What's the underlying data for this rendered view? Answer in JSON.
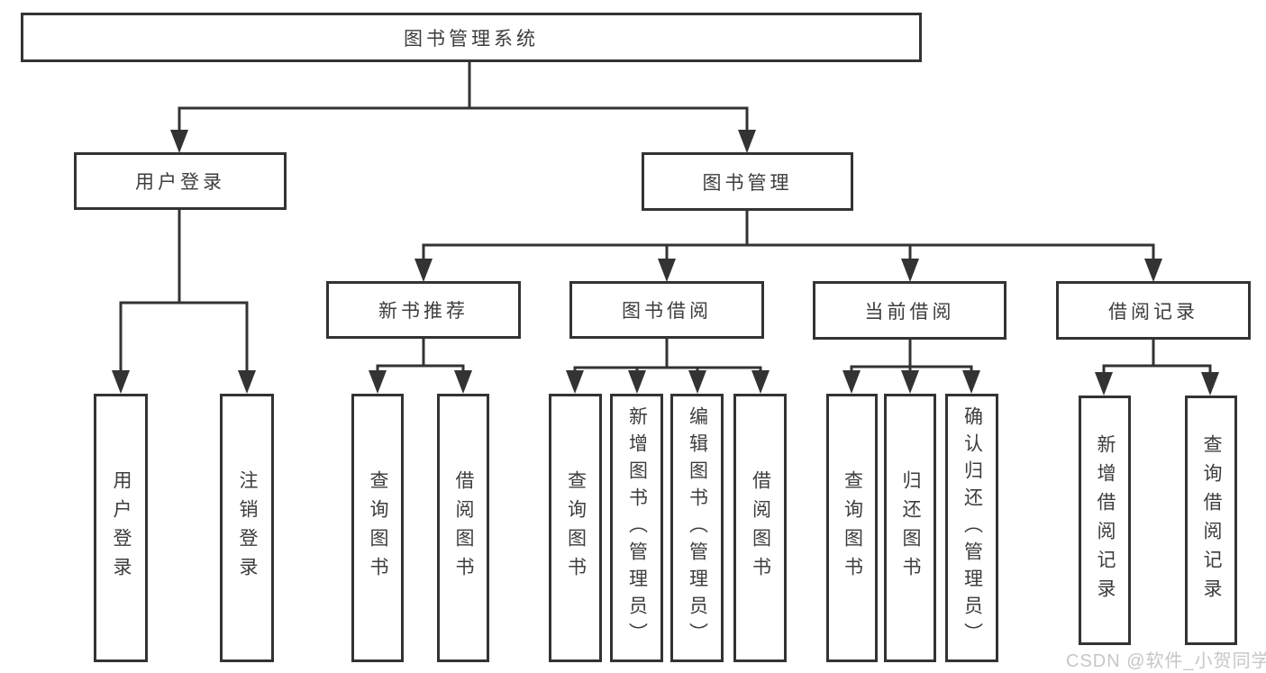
{
  "diagram": {
    "title": "图书管理系统",
    "watermark": "CSDN @软件_小贺同学",
    "colors": {
      "line": "#333333",
      "text": "#3d3d3d",
      "background": "#ffffff",
      "watermark": "#c9c5c7"
    },
    "tree": {
      "label": "图书管理系统",
      "children": [
        {
          "label": "用户登录",
          "children": [
            {
              "label": "用户登录"
            },
            {
              "label": "注销登录"
            }
          ]
        },
        {
          "label": "图书管理",
          "children": [
            {
              "label": "新书推荐",
              "children": [
                {
                  "label": "查询图书"
                },
                {
                  "label": "借阅图书"
                }
              ]
            },
            {
              "label": "图书借阅",
              "children": [
                {
                  "label": "查询图书"
                },
                {
                  "label": "新增图书（管理员）"
                },
                {
                  "label": "编辑图书（管理员）"
                },
                {
                  "label": "借阅图书"
                }
              ]
            },
            {
              "label": "当前借阅",
              "children": [
                {
                  "label": "查询图书"
                },
                {
                  "label": "归还图书"
                },
                {
                  "label": "确认归还（管理员）"
                }
              ]
            },
            {
              "label": "借阅记录",
              "children": [
                {
                  "label": "新增借阅记录"
                },
                {
                  "label": "查询借阅记录"
                }
              ]
            }
          ]
        }
      ]
    }
  }
}
